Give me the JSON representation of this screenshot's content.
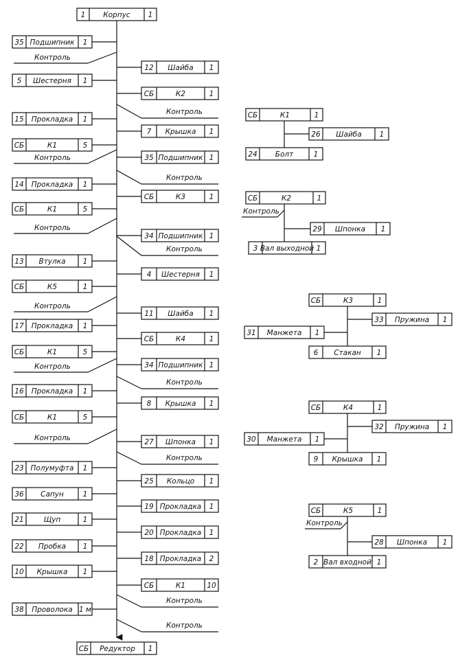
{
  "main_chart": {
    "start": {
      "num": "1",
      "name": "Корпус",
      "qty": "1"
    },
    "end": {
      "num": "СБ",
      "name": "Редуктор",
      "qty": "1"
    },
    "control_label": "Контроль",
    "left_parts": [
      {
        "num": "35",
        "name": "Подшипник",
        "qty": "1"
      },
      {
        "num": "5",
        "name": "Шестерня",
        "qty": "1"
      },
      {
        "num": "15",
        "name": "Прокладка",
        "qty": "1"
      },
      {
        "num": "СБ",
        "name": "К1",
        "qty": "5"
      },
      {
        "num": "14",
        "name": "Прокладка",
        "qty": "1"
      },
      {
        "num": "СБ",
        "name": "К1",
        "qty": "5"
      },
      {
        "num": "13",
        "name": "Втулка",
        "qty": "1"
      },
      {
        "num": "СБ",
        "name": "К5",
        "qty": "1"
      },
      {
        "num": "17",
        "name": "Прокладка",
        "qty": "1"
      },
      {
        "num": "СБ",
        "name": "К1",
        "qty": "5"
      },
      {
        "num": "16",
        "name": "Прокладка",
        "qty": "1"
      },
      {
        "num": "СБ",
        "name": "К1",
        "qty": "5"
      },
      {
        "num": "23",
        "name": "Полумуфта",
        "qty": "1"
      },
      {
        "num": "36",
        "name": "Сапун",
        "qty": "1"
      },
      {
        "num": "21",
        "name": "Щуп",
        "qty": "1"
      },
      {
        "num": "22",
        "name": "Пробка",
        "qty": "1"
      },
      {
        "num": "10",
        "name": "Крышка",
        "qty": "1"
      },
      {
        "num": "38",
        "name": "Проволока",
        "qty": "1 м"
      }
    ],
    "right_parts": [
      {
        "num": "12",
        "name": "Шайба",
        "qty": "1"
      },
      {
        "num": "СБ",
        "name": "К2",
        "qty": "1"
      },
      {
        "num": "7",
        "name": "Крышка",
        "qty": "1"
      },
      {
        "num": "35",
        "name": "Подшипник",
        "qty": "1"
      },
      {
        "num": "СБ",
        "name": "К3",
        "qty": "1"
      },
      {
        "num": "34",
        "name": "Подшипник",
        "qty": "1"
      },
      {
        "num": "4",
        "name": "Шестерня",
        "qty": "1"
      },
      {
        "num": "11",
        "name": "Шайба",
        "qty": "1"
      },
      {
        "num": "СБ",
        "name": "К4",
        "qty": "1"
      },
      {
        "num": "34",
        "name": "Подшипник",
        "qty": "1"
      },
      {
        "num": "8",
        "name": "Крышка",
        "qty": "1"
      },
      {
        "num": "27",
        "name": "Шпонка",
        "qty": "1"
      },
      {
        "num": "25",
        "name": "Кольцо",
        "qty": "1"
      },
      {
        "num": "19",
        "name": "Прокладка",
        "qty": "1"
      },
      {
        "num": "20",
        "name": "Прокладка",
        "qty": "1"
      },
      {
        "num": "18",
        "name": "Прокладка",
        "qty": "2"
      },
      {
        "num": "СБ",
        "name": "К1",
        "qty": "10"
      }
    ]
  },
  "subassemblies": [
    {
      "id": "k1",
      "head": {
        "num": "СБ",
        "name": "К1",
        "qty": "1"
      },
      "branches": [
        {
          "num": "26",
          "name": "Шайба",
          "qty": "1"
        }
      ],
      "result": {
        "num": "24",
        "name": "Болт",
        "qty": "1"
      }
    },
    {
      "id": "k2",
      "head": {
        "num": "СБ",
        "name": "К2",
        "qty": "1"
      },
      "control": "Контроль",
      "branches": [
        {
          "num": "29",
          "name": "Шпонка",
          "qty": "1"
        }
      ],
      "result": {
        "num": "3",
        "name": "Вал выходной",
        "qty": "1"
      }
    },
    {
      "id": "k3",
      "head": {
        "num": "СБ",
        "name": "К3",
        "qty": "1"
      },
      "branches": [
        {
          "num": "33",
          "name": "Пружина",
          "qty": "1"
        },
        {
          "num": "31",
          "name": "Манжета",
          "qty": "1"
        }
      ],
      "result": {
        "num": "6",
        "name": "Стакан",
        "qty": "1"
      }
    },
    {
      "id": "k4",
      "head": {
        "num": "СБ",
        "name": "К4",
        "qty": "1"
      },
      "branches": [
        {
          "num": "32",
          "name": "Пружина",
          "qty": "1"
        },
        {
          "num": "30",
          "name": "Манжета",
          "qty": "1"
        }
      ],
      "result": {
        "num": "9",
        "name": "Крышка",
        "qty": "1"
      }
    },
    {
      "id": "k5",
      "head": {
        "num": "СБ",
        "name": "К5",
        "qty": "1"
      },
      "control": "Контроль",
      "branches": [
        {
          "num": "28",
          "name": "Шпонка",
          "qty": "1"
        }
      ],
      "result": {
        "num": "2",
        "name": "Вал входной",
        "qty": "1"
      }
    }
  ]
}
